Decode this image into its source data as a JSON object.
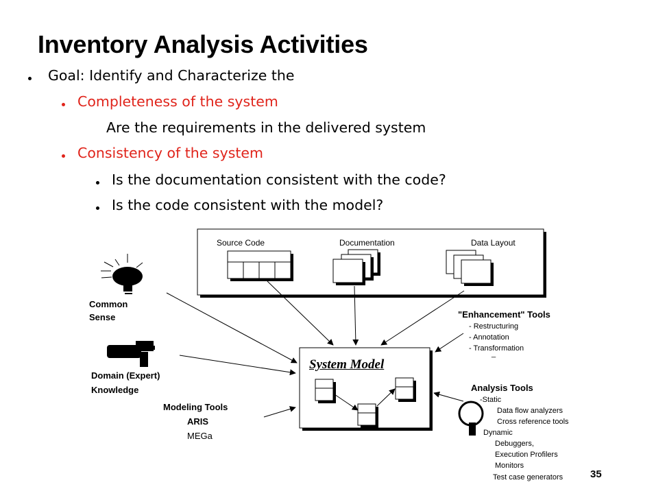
{
  "title": "Inventory Analysis Activities",
  "bullets": {
    "goal": "Goal: Identify and Characterize the",
    "completeness": "Completeness of the system",
    "completeness_detail": "Are the requirements  in the delivered system",
    "consistency": "Consistency of the system",
    "consistency_items": [
      "Is the documentation consistent with the code?",
      "Is the code consistent with the model?"
    ]
  },
  "colors": {
    "accent_red": "#e0241b",
    "text": "#000000"
  },
  "diagram": {
    "top_box_labels": [
      "Source Code",
      "Documentation",
      "Data Layout"
    ],
    "common_sense": [
      "Common",
      "Sense"
    ],
    "domain_expert": [
      "Domain (Expert)",
      "Knowledge"
    ],
    "modeling_tools": {
      "heading": "Modeling Tools",
      "items": [
        "ARIS",
        "MEGa"
      ]
    },
    "system_model": "System Model",
    "enhancement_tools": {
      "heading": "\"Enhancement\" Tools",
      "items": [
        "- Restructuring",
        "- Annotation",
        "- Transformation",
        "_"
      ]
    },
    "analysis_tools": {
      "heading": "Analysis Tools",
      "lines": [
        "-Static",
        "Data flow analyzers",
        "Cross reference tools",
        "Dynamic",
        "Debuggers,",
        "Execution Profilers",
        "Monitors",
        "Test case generators"
      ]
    },
    "icons": [
      "lightbulb-icon",
      "tool-icon",
      "magnifier-icon",
      "document-stack-icon",
      "table-icon"
    ]
  },
  "page_number": "35"
}
